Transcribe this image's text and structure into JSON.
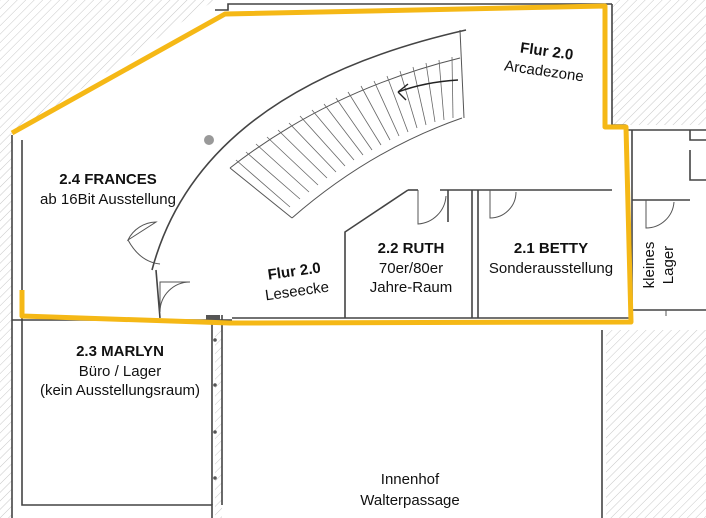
{
  "rooms": [
    {
      "id": "frances",
      "name": "2.4 FRANCES",
      "sub": [
        "ab 16Bit Ausstellung"
      ]
    },
    {
      "id": "ruth",
      "name": "2.2 RUTH",
      "sub": [
        "70er/80er",
        "Jahre-Raum"
      ]
    },
    {
      "id": "betty",
      "name": "2.1 BETTY",
      "sub": [
        "Sonderausstellung"
      ]
    },
    {
      "id": "marlyn",
      "name": "2.3 MARLYN",
      "sub": [
        "Büro / Lager",
        "(kein Ausstellungsraum)"
      ]
    },
    {
      "id": "flur-arcade",
      "name": "Flur 2.0",
      "sub": [
        "Arcadezone"
      ]
    },
    {
      "id": "flur-lese",
      "name": "Flur 2.0",
      "sub": [
        "Leseecke"
      ]
    }
  ],
  "lager": [
    "kleines",
    "Lager"
  ],
  "courtyard": [
    "Innenhof",
    "Walterpassage"
  ],
  "colors": {
    "highlight": "#f5b816",
    "wall": "#444444",
    "hatch": "#c8c8c8"
  }
}
